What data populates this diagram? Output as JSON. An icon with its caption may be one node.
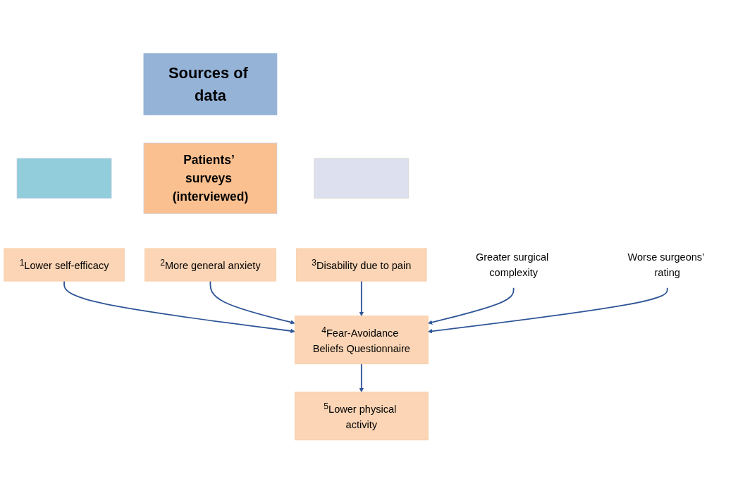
{
  "diagram": {
    "nodes": [
      {
        "text": [
          "Sources of data"
        ]
      },
      {
        "text": [],
        "shape": "box"
      },
      {
        "text": [
          "Patients’ surveys (interviewed)"
        ]
      },
      {
        "text": [],
        "shape": "box"
      },
      {
        "text": [
          "$^{1}$Lower self-efficacy"
        ]
      },
      {
        "text": [
          "$^{2}$More general anxiety"
        ]
      },
      {
        "text": [
          "$^{3}$Disability due to pain"
        ]
      },
      {
        "text": [
          "Greater surgical complexity"
        ]
      },
      {
        "text": [
          "$^{4}$Fear-Avoidance Beliefs Questionnaire"
        ]
      },
      {
        "text": [
          "Worse surgeons’ rating"
        ]
      },
      {
        "text": [
          "$^{5}$Lower physical activity"
        ]
      }
    ],
    "edges": [
      {
        "from": 4,
        "to": 8,
        "arrow": "to"
      },
      {
        "from": 5,
        "to": 8,
        "arrow": "to"
      },
      {
        "from": 6,
        "to": 8,
        "arrow": "to"
      },
      {
        "from": 7,
        "to": 8,
        "arrow": "to"
      },
      {
        "from": 9,
        "to": 8,
        "arrow": "to"
      },
      {
        "from": 8,
        "to": 10,
        "arrow": "to"
      }
    ]
  }
}
